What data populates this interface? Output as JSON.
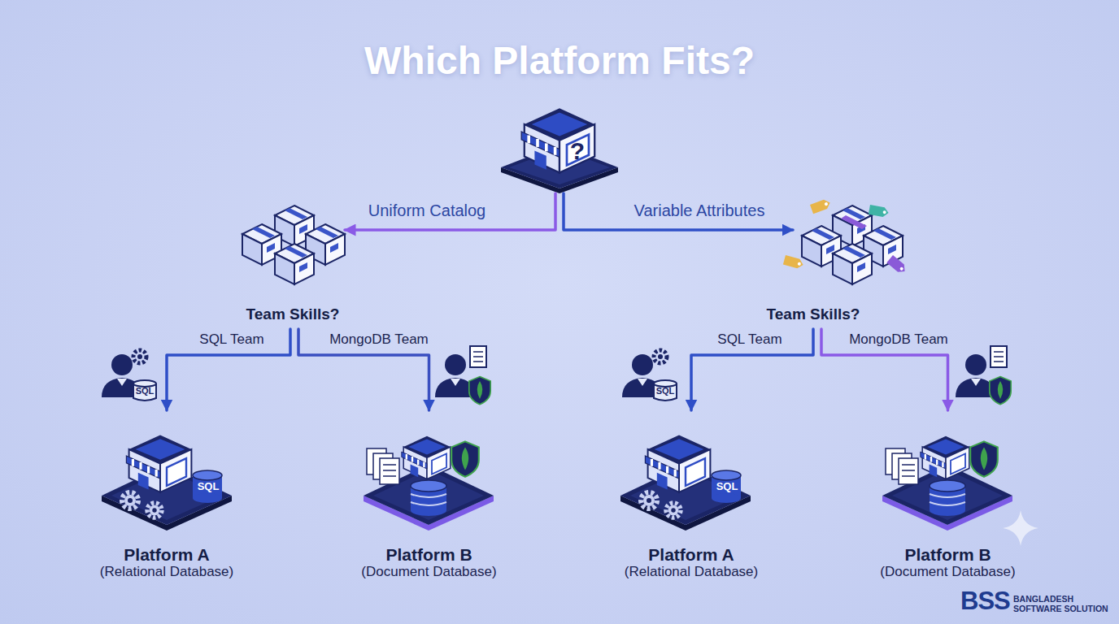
{
  "diagram": {
    "title": "Which Platform Fits?",
    "nodes": [
      {
        "text": [
          "?"
        ]
      },
      {
        "text": [
          "Team Skills?"
        ]
      },
      {
        "text": [
          "Team Skills?"
        ]
      },
      {
        "text": [
          "Platform A",
          "(Relational Database)"
        ]
      },
      {
        "text": [
          "Platform B",
          "(Document Database)"
        ]
      },
      {
        "text": [
          "Platform A",
          "(Relational Database)"
        ]
      },
      {
        "text": [
          "Platform B",
          "(Document Database)"
        ]
      }
    ],
    "edges": [
      {
        "from": 0,
        "to": 1,
        "label": "Uniform Catalog",
        "arrow": "to"
      },
      {
        "from": 0,
        "to": 2,
        "label": "Variable Attributes",
        "arrow": "to"
      },
      {
        "from": 1,
        "to": 3,
        "label": "SQL Team",
        "arrow": "to"
      },
      {
        "from": 1,
        "to": 4,
        "label": "MongoDB Team",
        "arrow": "to"
      },
      {
        "from": 2,
        "to": 5,
        "label": "SQL Team",
        "arrow": "to"
      },
      {
        "from": 2,
        "to": 6,
        "label": "MongoDB Team",
        "arrow": "to"
      }
    ],
    "labels": [
      "SQL",
      "SQL",
      "SQL",
      "SQL",
      "BSS",
      "BANGLADESH SOFTWARE SOLUTION"
    ]
  }
}
